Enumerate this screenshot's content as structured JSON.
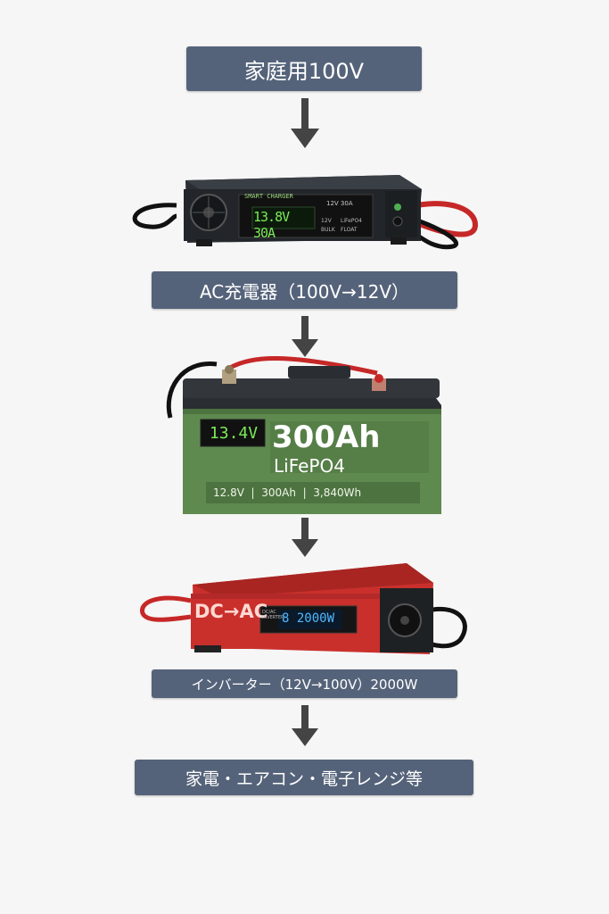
{
  "steps": [
    {
      "label": "家庭用100V"
    },
    {
      "label": "AC充電器（100V→12V）"
    },
    {
      "label": "インバーター（12V→100V）2000W"
    },
    {
      "label": "家電・エアコン・電子レンジ等"
    }
  ],
  "charger": {
    "display": "13.8V 30A",
    "brand_text": "SMART CHARGER",
    "badge": "12V 30A",
    "modes": [
      "12V",
      "LiFePO4",
      "BULK",
      "FLOAT"
    ]
  },
  "battery": {
    "display": "13.4V",
    "capacity": "300Ah",
    "chemistry": "LiFePO4",
    "specs": "12.8V  |  300Ah  |  3,840Wh"
  },
  "inverter": {
    "title": "DC→AC",
    "display": "8 2000W",
    "side_text": "DC/AC INVERTER"
  },
  "colors": {
    "label_bg": "#55637a",
    "arrow": "#444444",
    "battery_body": "#5f8a4f",
    "inverter_body": "#c9302c",
    "charger_body": "#2b2f33",
    "display_green": "#7bea57",
    "display_blue": "#4fb8ff"
  }
}
